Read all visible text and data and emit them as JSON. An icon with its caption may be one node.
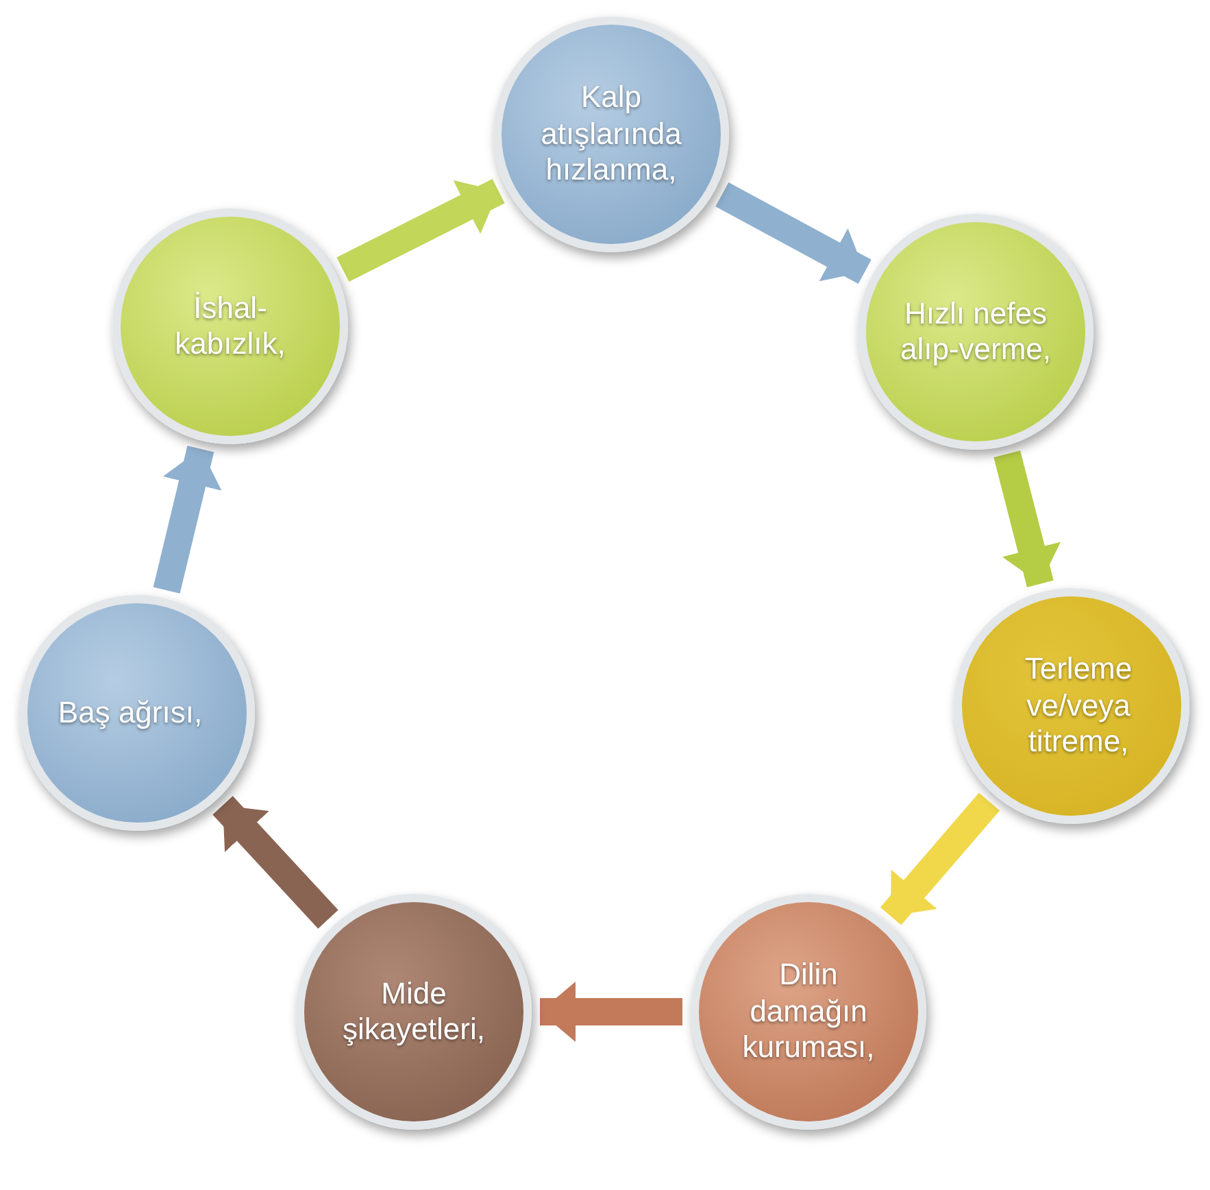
{
  "diagram": {
    "nodes": [
      {
        "text": [
          "Kalp atışlarında hızlanma,"
        ]
      },
      {
        "text": [
          "Hızlı nefes alıp-verme,"
        ]
      },
      {
        "text": [
          "Terleme ve/veya titreme,"
        ]
      },
      {
        "text": [
          "Dilin damağın kuruması,"
        ]
      },
      {
        "text": [
          "Mide şikayetleri,"
        ]
      },
      {
        "text": [
          "Baş ağrısı,"
        ]
      },
      {
        "text": [
          "İshal-kabızlık,"
        ]
      }
    ],
    "edges": [
      {
        "from": 0,
        "to": 1,
        "arrow": "to",
        "color": "#8fb0cf"
      },
      {
        "from": 1,
        "to": 2,
        "arrow": "to",
        "color": "#b5cc45"
      },
      {
        "from": 2,
        "to": 3,
        "arrow": "to",
        "color": "#f0d84a"
      },
      {
        "from": 3,
        "to": 4,
        "arrow": "to",
        "color": "#c27a5a"
      },
      {
        "from": 4,
        "to": 5,
        "arrow": "to",
        "color": "#8a6452"
      },
      {
        "from": 5,
        "to": 6,
        "arrow": "to",
        "color": "#8fb0cf"
      },
      {
        "from": 6,
        "to": 0,
        "arrow": "to",
        "color": "#c2d65a"
      }
    ]
  }
}
